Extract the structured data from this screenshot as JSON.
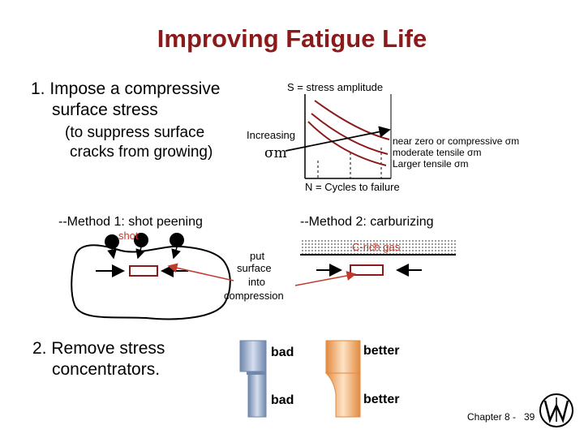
{
  "title": "Improving Fatigue Life",
  "point1": {
    "line1": "1.  Impose a compressive",
    "line2": "surface stress",
    "sub1": "(to suppress surface",
    "sub2": "cracks from growing)"
  },
  "chart": {
    "ylabel": "S = stress amplitude",
    "xlabel": "N = Cycles to failure",
    "increasing": "Increasing",
    "sigma_m": "σm",
    "legend": [
      "near zero or compressive  σm",
      "moderate tensile  σm",
      "Larger tensile  σm"
    ]
  },
  "method1": {
    "title": "--Method 1: shot peening",
    "shot": "shot",
    "put": "put",
    "surface": "surface",
    "into": "into",
    "compression": "compression"
  },
  "method2": {
    "title": "--Method 2:  carburizing",
    "gas": "C-rich gas"
  },
  "point2": {
    "line1": "2.  Remove stress",
    "line2": "concentrators."
  },
  "labels": {
    "bad1": "bad",
    "bad2": "bad",
    "better1": "better",
    "better2": "better"
  },
  "footer": {
    "chapter": "Chapter 8 -",
    "page": "39"
  },
  "colors": {
    "title": "#8b1a1a",
    "curves": "#8b1a1a",
    "arrow": "#c0392b",
    "blue_part": "#a9bbd6",
    "orange_part": "#f5b57a"
  }
}
